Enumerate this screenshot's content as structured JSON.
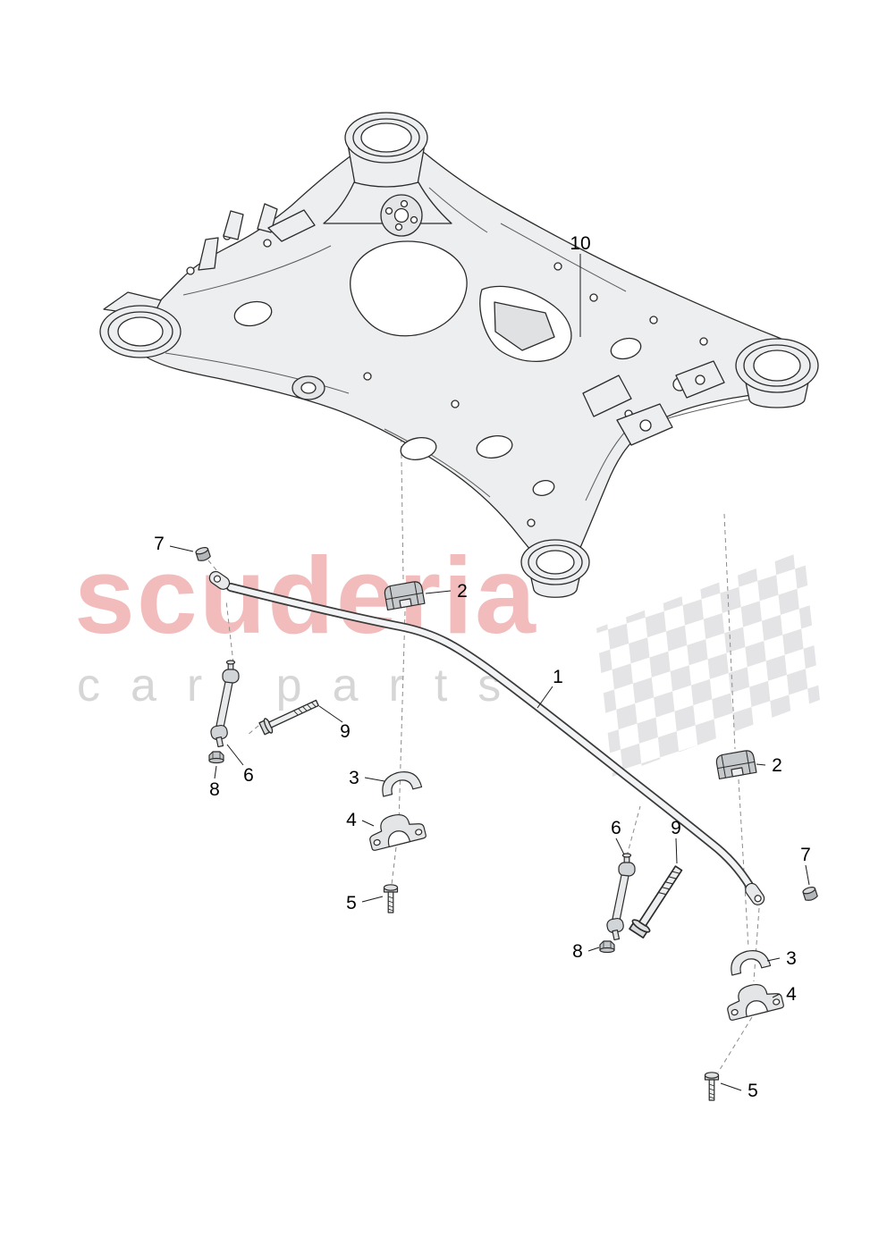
{
  "watermark": {
    "line1": "scuderia",
    "line2": "car parts"
  },
  "colors": {
    "watermark-pink": "#f2bcbc",
    "watermark-gray": "#d6d6d6",
    "checker-gray": "#e4e4e6",
    "diagram-line": "#2b2b2b",
    "diagram-fill": "#eceeef"
  },
  "callouts": [
    {
      "label": "10"
    },
    {
      "label": "7"
    },
    {
      "label": "2"
    },
    {
      "label": "1"
    },
    {
      "label": "9"
    },
    {
      "label": "6"
    },
    {
      "label": "8"
    },
    {
      "label": "2"
    },
    {
      "label": "3"
    },
    {
      "label": "4"
    },
    {
      "label": "5"
    },
    {
      "label": "6"
    },
    {
      "label": "9"
    },
    {
      "label": "7"
    },
    {
      "label": "8"
    },
    {
      "label": "3"
    },
    {
      "label": "4"
    },
    {
      "label": "5"
    }
  ]
}
